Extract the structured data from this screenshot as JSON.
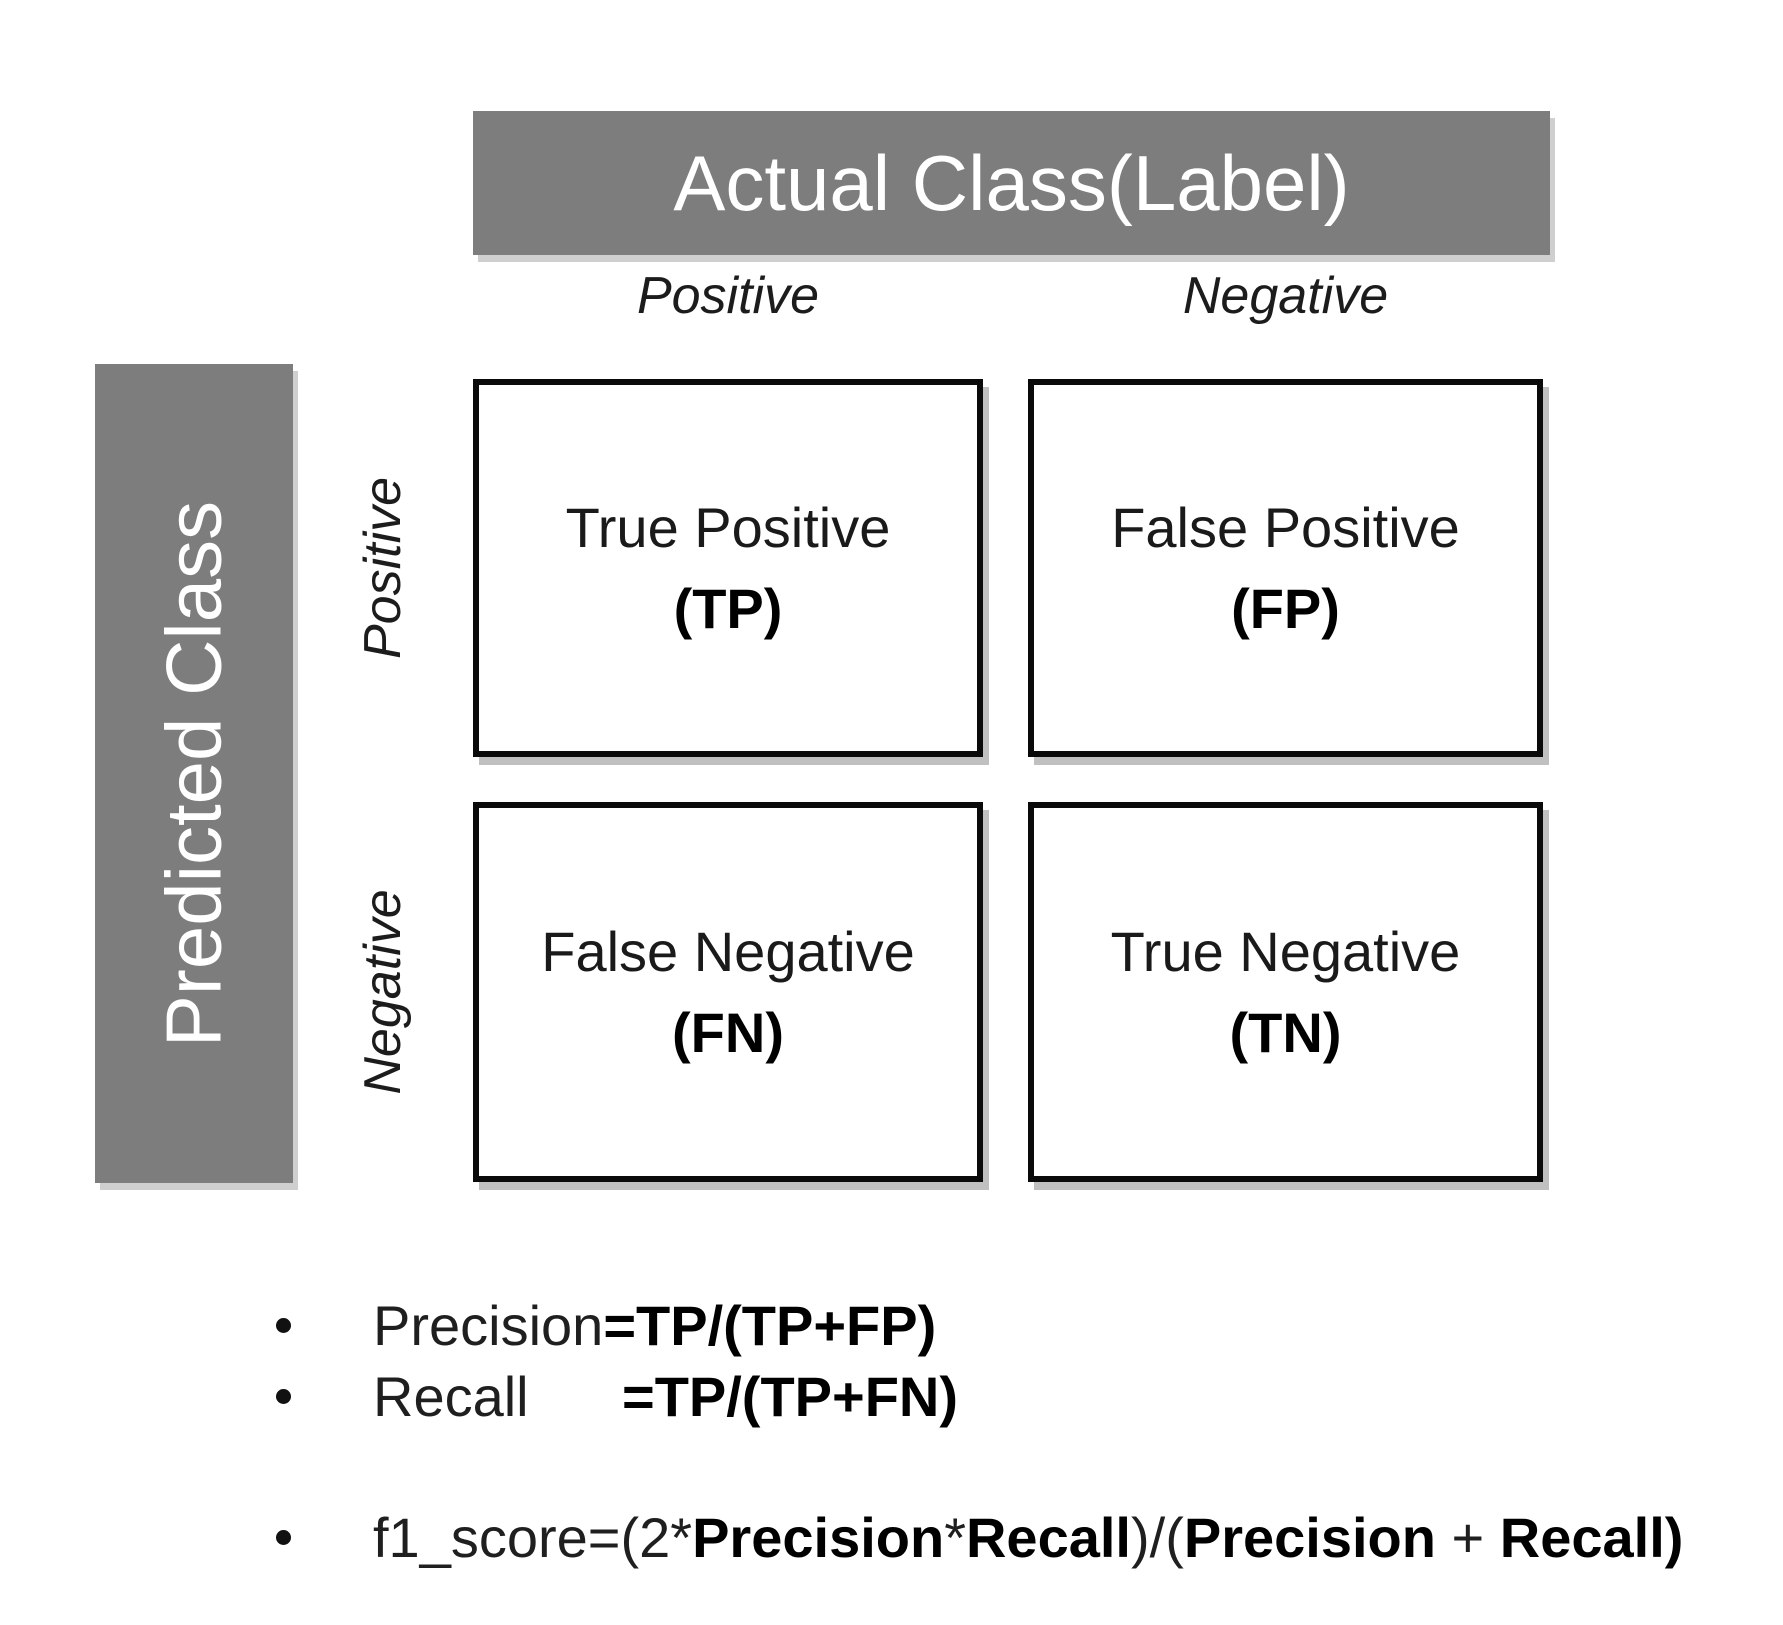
{
  "matrix": {
    "header": "Actual Class(Label)",
    "side_header": "Predicted Class",
    "col_labels": [
      "Positive",
      "Negative"
    ],
    "row_labels": [
      "Positive",
      "Negative"
    ],
    "cells": [
      {
        "title": "True Positive",
        "abbr": "(TP)"
      },
      {
        "title": "False Positive",
        "abbr": "(FP)"
      },
      {
        "title": "False Negative",
        "abbr": "(FN)"
      },
      {
        "title": "True Negative",
        "abbr": "(TN)"
      }
    ]
  },
  "formulas": {
    "precision": {
      "label": "Precision",
      "expr": "=TP/(TP+FP)"
    },
    "recall": {
      "label": "Recall",
      "spacer": "      ",
      "expr": "=TP/(TP+FN)"
    },
    "f1": {
      "seg1": "f1_score=(2*",
      "seg2": "Precision",
      "seg3": "*",
      "seg4": "Recall",
      "seg5": ")/(",
      "seg6": "Precision",
      "seg7": " + ",
      "seg8": "Recall",
      "seg9": ")"
    }
  },
  "colors": {
    "bar_gray": "#7d7d7d",
    "cell_border": "#0a0a0a",
    "shadow_gray": "#c0c0c0",
    "bar_text": "#ffffff",
    "text_black": "#1a1a1a"
  }
}
